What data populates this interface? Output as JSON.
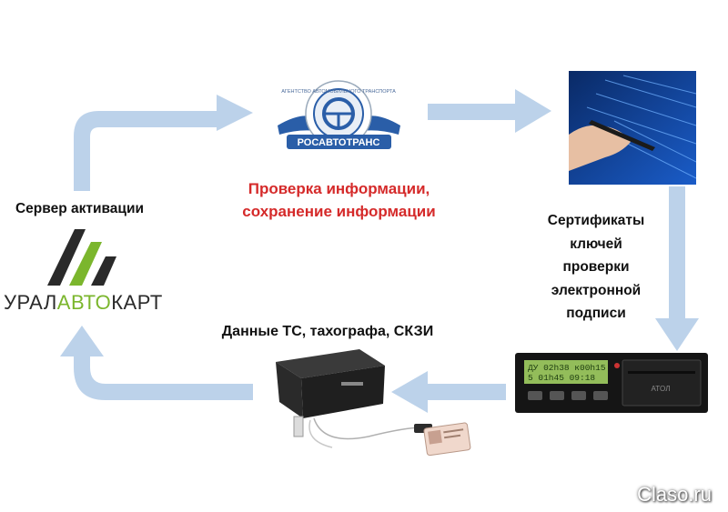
{
  "labels": {
    "activation_server": "Сервер активации",
    "check_line1": "Проверка информации,",
    "check_line2": "сохранение информации",
    "certs_line1": "Сертификаты",
    "certs_line2": "ключей",
    "certs_line3": "проверки",
    "certs_line4": "электронной",
    "certs_line5": "подписи",
    "data_label": "Данные ТС, тахографа, СКЗИ"
  },
  "logos": {
    "uralavtokart_a": "УРАЛ",
    "uralavtokart_b": "АВТО",
    "uralavtokart_c": "КАРТ",
    "rosavtotrans": "РОСАВТОТРАНС",
    "rosavtotrans_ring": "АГЕНТСТВО АВТОМОБИЛЬНОГО ТРАНСПОРТА"
  },
  "tachograph": {
    "lcd_row1": "ДУ 02h38 к00h15",
    "lcd_row2": "5 01h45 09:18",
    "brand": "ATOЛ"
  },
  "watermark": "Claso.ru",
  "colors": {
    "arrow": "#bcd2ea",
    "red_text": "#d52a2a",
    "logo_green": "#7bb62d",
    "rosavtotrans_blue": "#2a5ea8"
  }
}
